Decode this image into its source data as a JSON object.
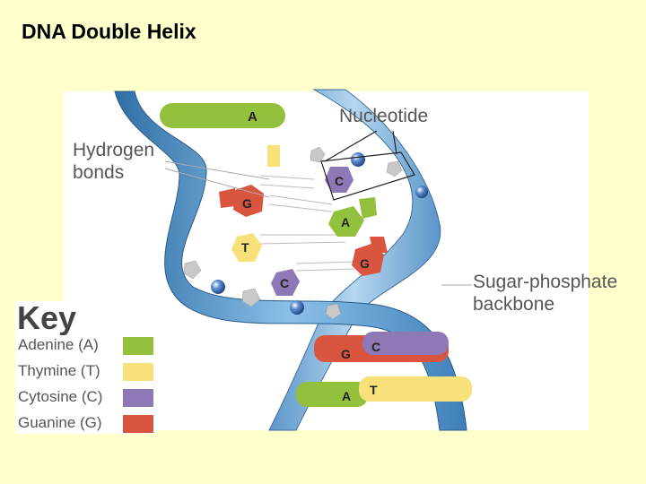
{
  "title": "DNA Double Helix",
  "callouts": {
    "nucleotide": "Nucleotide",
    "hydrogen_line1": "Hydrogen",
    "hydrogen_line2": "bonds",
    "backbone_line1": "Sugar-phosphate",
    "backbone_line2": "backbone"
  },
  "key": {
    "title": "Key",
    "items": [
      {
        "label": "Adenine (A)",
        "color": "#93c13e"
      },
      {
        "label": "Thymine (T)",
        "color": "#f8e07a"
      },
      {
        "label": "Cytosine (C)",
        "color": "#8f78b6"
      },
      {
        "label": "Guanine (G)",
        "color": "#d9553f"
      }
    ]
  },
  "bases": {
    "a1": "A",
    "c1": "C",
    "g1": "G",
    "a2": "A",
    "t1": "T",
    "g2": "G",
    "c2": "C",
    "g3": "G",
    "c3": "C",
    "a3": "A",
    "t2": "T"
  }
}
